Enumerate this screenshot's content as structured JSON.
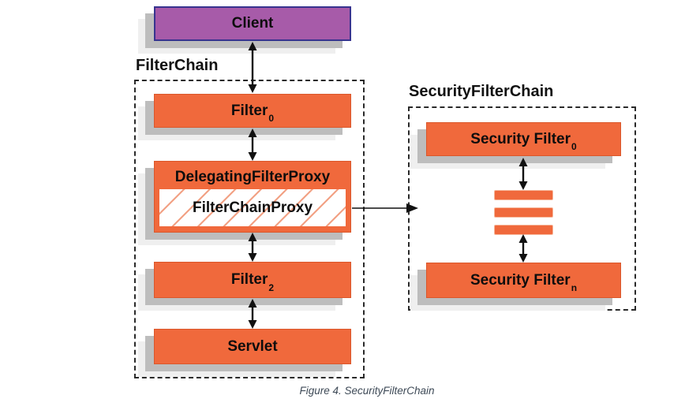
{
  "caption": "Figure 4. SecurityFilterChain",
  "colors": {
    "box_orange": "#f0693c",
    "client_purple": "#a75ba9",
    "client_border_blue": "#37338f",
    "shadow_gray": "#bdbdbd",
    "hatch_orange": "#f2a184",
    "dashed_border": "#2a2a2a",
    "caption_text": "#3e4a57"
  },
  "client": {
    "label": "Client"
  },
  "filterChain": {
    "title": "FilterChain",
    "filter0": {
      "base": "Filter",
      "sub": "0"
    },
    "dfp": {
      "title": "DelegatingFilterProxy",
      "inner": "FilterChainProxy"
    },
    "filter2": {
      "base": "Filter",
      "sub": "2"
    },
    "servlet": {
      "label": "Servlet"
    }
  },
  "securityFilterChain": {
    "title": "SecurityFilterChain",
    "filter0": {
      "base": "Security Filter",
      "sub": "0"
    },
    "filterN": {
      "base": "Security Filter",
      "sub": "n"
    }
  }
}
